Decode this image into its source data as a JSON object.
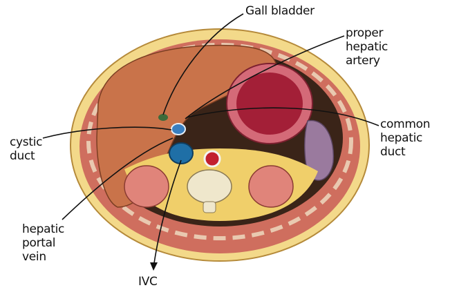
{
  "labels": {
    "gallbladder": "Gall bladder",
    "proper_hepatic_artery": "proper\nhepatic\nartery",
    "common_hepatic_duct": "common\nhepatic\nduct",
    "cystic_duct": "cystic\nduct",
    "hepatic_portal_vein": "hepatic\nportal\nvein",
    "ivc": "IVC"
  },
  "colors": {
    "skin": "#f3d98a",
    "muscle": "#cf6e5e",
    "liver": "#c9734a",
    "stomach_wall": "#d46a78",
    "stomach_lumen": "#a31f37",
    "spleen": "#9a7a9e",
    "kidney": "#e0847a",
    "ivc": "#1f6fa6",
    "aorta": "#c21f2f",
    "vertebra": "#efe7cc",
    "cavity": "#3a2418",
    "fat": "#f0cf6a"
  }
}
